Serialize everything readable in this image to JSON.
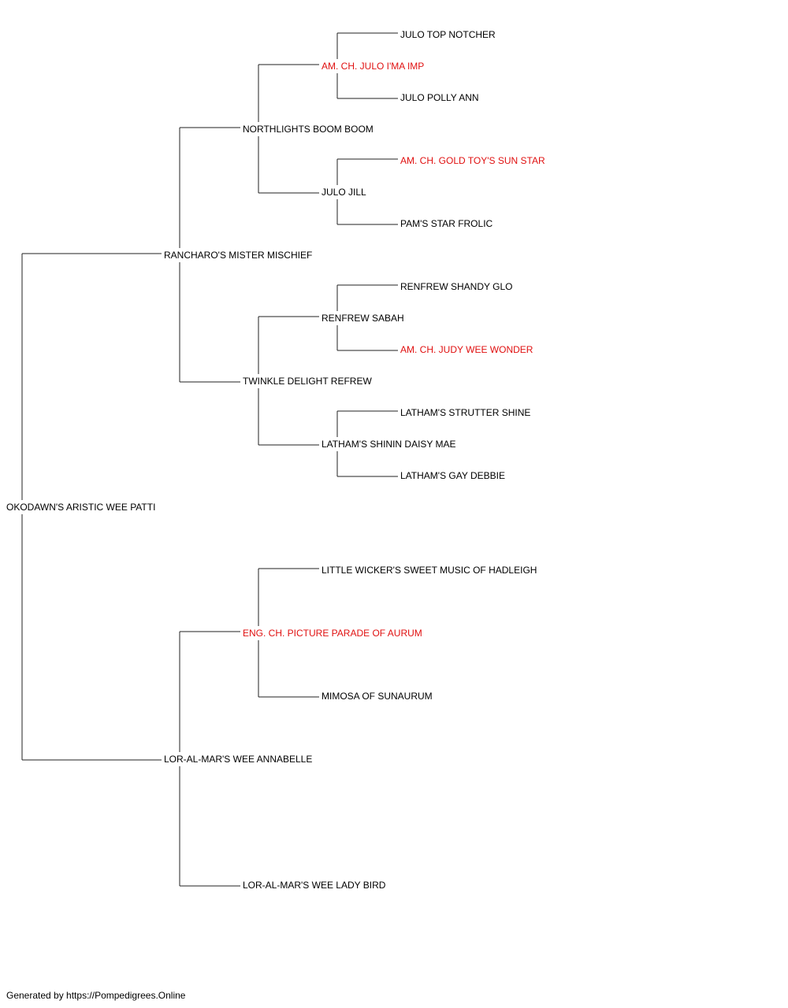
{
  "colors": {
    "normal": "#000000",
    "champion": "#e01010",
    "connector": "#222222"
  },
  "pedigree": {
    "subject": {
      "name": "OKODAWN'S ARISTIC WEE PATTI",
      "champion": false
    },
    "sire": {
      "name": "RANCHARO'S MISTER MISCHIEF",
      "champion": false
    },
    "dam": {
      "name": "LOR-AL-MAR'S WEE ANNABELLE",
      "champion": false
    },
    "sire_sire": {
      "name": "NORTHLIGHTS BOOM BOOM",
      "champion": false
    },
    "sire_dam": {
      "name": "TWINKLE DELIGHT REFREW",
      "champion": false
    },
    "dam_sire": {
      "name": "ENG. CH. PICTURE PARADE OF AURUM",
      "champion": true
    },
    "dam_dam": {
      "name": "LOR-AL-MAR'S WEE LADY BIRD",
      "champion": false
    },
    "sss": {
      "name": "AM. CH. JULO I'MA IMP",
      "champion": true
    },
    "ssd": {
      "name": "JULO JILL",
      "champion": false
    },
    "sds": {
      "name": "RENFREW SABAH",
      "champion": false
    },
    "sdd": {
      "name": "LATHAM'S SHININ DAISY MAE",
      "champion": false
    },
    "dss": {
      "name": "LITTLE WICKER'S SWEET MUSIC OF HADLEIGH",
      "champion": false
    },
    "dsd": {
      "name": "MIMOSA OF SUNAURUM",
      "champion": false
    },
    "ssss": {
      "name": "JULO TOP NOTCHER",
      "champion": false
    },
    "sssd": {
      "name": "JULO POLLY ANN",
      "champion": false
    },
    "ssds": {
      "name": "AM. CH. GOLD TOY'S SUN STAR",
      "champion": true
    },
    "ssdd": {
      "name": "PAM'S STAR FROLIC",
      "champion": false
    },
    "sdss": {
      "name": "RENFREW SHANDY GLO",
      "champion": false
    },
    "sdsd": {
      "name": "AM. CH. JUDY WEE WONDER",
      "champion": true
    },
    "sdds": {
      "name": "LATHAM'S STRUTTER SHINE",
      "champion": false
    },
    "sddd": {
      "name": "LATHAM'S GAY DEBBIE",
      "champion": false
    }
  },
  "footer": {
    "text": "Generated by https://Pompedigrees.Online"
  }
}
